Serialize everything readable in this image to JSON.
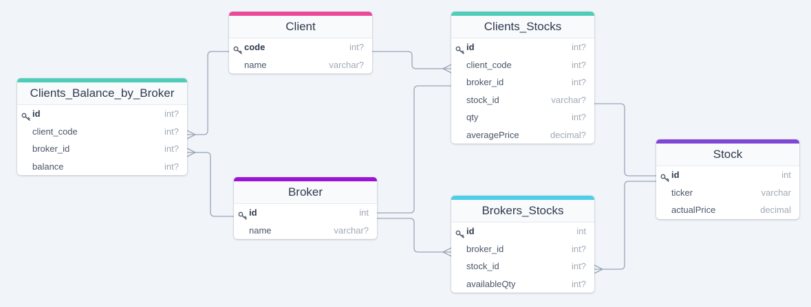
{
  "colors": {
    "client": "#ec4899",
    "clients_stocks": "#4ecdb9",
    "clients_balance_by_broker": "#4ecdb9",
    "broker": "#9b14d6",
    "brokers_stocks": "#4ccde8",
    "stock": "#8046d6",
    "edge": "#9aa4b8"
  },
  "tables": {
    "client": {
      "name": "Client",
      "fields": [
        {
          "name": "code",
          "type": "int?",
          "pk": true
        },
        {
          "name": "name",
          "type": "varchar?",
          "pk": false
        }
      ]
    },
    "clients_stocks": {
      "name": "Clients_Stocks",
      "fields": [
        {
          "name": "id",
          "type": "int?",
          "pk": true
        },
        {
          "name": "client_code",
          "type": "int?",
          "pk": false
        },
        {
          "name": "broker_id",
          "type": "int?",
          "pk": false
        },
        {
          "name": "stock_id",
          "type": "varchar?",
          "pk": false
        },
        {
          "name": "qty",
          "type": "int?",
          "pk": false
        },
        {
          "name": "averagePrice",
          "type": "decimal?",
          "pk": false
        }
      ]
    },
    "clients_balance_by_broker": {
      "name": "Clients_Balance_by_Broker",
      "fields": [
        {
          "name": "id",
          "type": "int?",
          "pk": true
        },
        {
          "name": "client_code",
          "type": "int?",
          "pk": false
        },
        {
          "name": "broker_id",
          "type": "int?",
          "pk": false
        },
        {
          "name": "balance",
          "type": "int?",
          "pk": false
        }
      ]
    },
    "broker": {
      "name": "Broker",
      "fields": [
        {
          "name": "id",
          "type": "int",
          "pk": true
        },
        {
          "name": "name",
          "type": "varchar?",
          "pk": false
        }
      ]
    },
    "brokers_stocks": {
      "name": "Brokers_Stocks",
      "fields": [
        {
          "name": "id",
          "type": "int",
          "pk": true
        },
        {
          "name": "broker_id",
          "type": "int?",
          "pk": false
        },
        {
          "name": "stock_id",
          "type": "int?",
          "pk": false
        },
        {
          "name": "availableQty",
          "type": "int?",
          "pk": false
        }
      ]
    },
    "stock": {
      "name": "Stock",
      "fields": [
        {
          "name": "id",
          "type": "int",
          "pk": true
        },
        {
          "name": "ticker",
          "type": "varchar",
          "pk": false
        },
        {
          "name": "actualPrice",
          "type": "decimal",
          "pk": false
        }
      ]
    }
  }
}
